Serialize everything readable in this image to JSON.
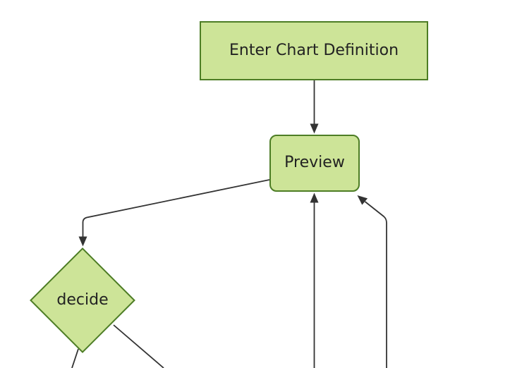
{
  "diagram": {
    "type": "flowchart",
    "direction": "top-down",
    "colors": {
      "background": "#ffffff",
      "node_fill": "#cde498",
      "node_border": "#4d7d25",
      "edge_line": "#333333",
      "arrowhead": "#333333",
      "label_text": "#222222"
    },
    "nodes": [
      {
        "id": "enter-chart-definition",
        "label": "Enter Chart Definition",
        "shape": "rectangle"
      },
      {
        "id": "preview",
        "label": "Preview",
        "shape": "rounded-rectangle"
      },
      {
        "id": "decide",
        "label": "decide",
        "shape": "diamond"
      }
    ],
    "edges": [
      {
        "from": "enter-chart-definition",
        "to": "preview",
        "arrow": true
      },
      {
        "from": "preview",
        "to": "decide",
        "arrow": true
      },
      {
        "from": "offscreen-bottom-center",
        "to": "preview",
        "arrow": true
      },
      {
        "from": "offscreen-bottom-right",
        "to": "preview",
        "arrow": true
      },
      {
        "from": "decide",
        "to": "offscreen-bottom-left",
        "arrow": false
      },
      {
        "from": "decide",
        "to": "offscreen-bottom-center-left",
        "arrow": false
      }
    ]
  }
}
